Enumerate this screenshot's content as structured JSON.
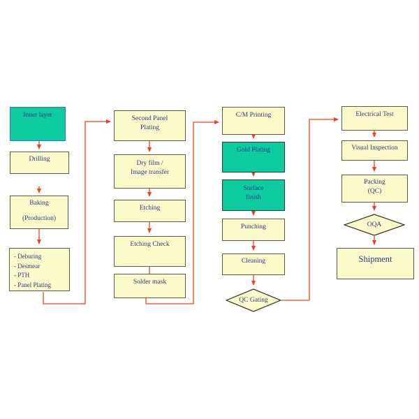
{
  "diagram": {
    "type": "flowchart",
    "subject": "PCB manufacturing process flow",
    "colors": {
      "process_fill": "#fbfbc9",
      "highlight_fill": "#0dcda0",
      "arrow": "#f04020",
      "text": "#2d3589",
      "box_border": "#5b5b49",
      "inner_layer_border": "#3377cc"
    },
    "nodes": {
      "inner_layer": {
        "label": "Inner layer"
      },
      "drilling": {
        "label": "Drilling"
      },
      "baking": {
        "line1": "Baking",
        "line2": "(Production)"
      },
      "pretreatment": {
        "line1": "- Deburing",
        "line2": "- Desmear",
        "line3": "- PTH",
        "line4": "- Panel Plating"
      },
      "second_panel_plating": {
        "line1": "Second Panel",
        "line2": "Plating"
      },
      "dry_film": {
        "line1": "Dry film /",
        "line2": "Image transfer"
      },
      "etching": {
        "label": "Etching"
      },
      "etching_check": {
        "label": "Etching Check"
      },
      "solder_mask": {
        "label": "Solder mask"
      },
      "cm_printing": {
        "label": "C/M Printing"
      },
      "gold_plating": {
        "label": "Gold Plating"
      },
      "surface_finish": {
        "line1": "Surface",
        "line2": "finish"
      },
      "punching": {
        "label": "Punching"
      },
      "cleaning": {
        "label": "Cleaning"
      },
      "qc_gating": {
        "label": "QC Gating"
      },
      "electrical_test": {
        "label": "Electrical Test"
      },
      "visual_inspection": {
        "label": "Visual Inspection"
      },
      "packing": {
        "line1": "Packing",
        "line2": "(QC)"
      },
      "oqa": {
        "label": "OQA"
      },
      "shipment": {
        "label": "Shipment"
      }
    },
    "edges": [
      "inner_layer -> drilling",
      "drilling -> baking",
      "baking -> pretreatment",
      "pretreatment -> second_panel_plating",
      "second_panel_plating -> dry_film",
      "dry_film -> etching",
      "etching -> etching_check",
      "etching_check -> solder_mask",
      "solder_mask -> cm_printing",
      "cm_printing -> gold_plating",
      "gold_plating -> surface_finish",
      "surface_finish -> punching",
      "punching -> cleaning",
      "cleaning -> qc_gating",
      "qc_gating -> electrical_test",
      "electrical_test -> visual_inspection",
      "visual_inspection -> packing",
      "packing -> oqa",
      "oqa -> shipment"
    ]
  }
}
